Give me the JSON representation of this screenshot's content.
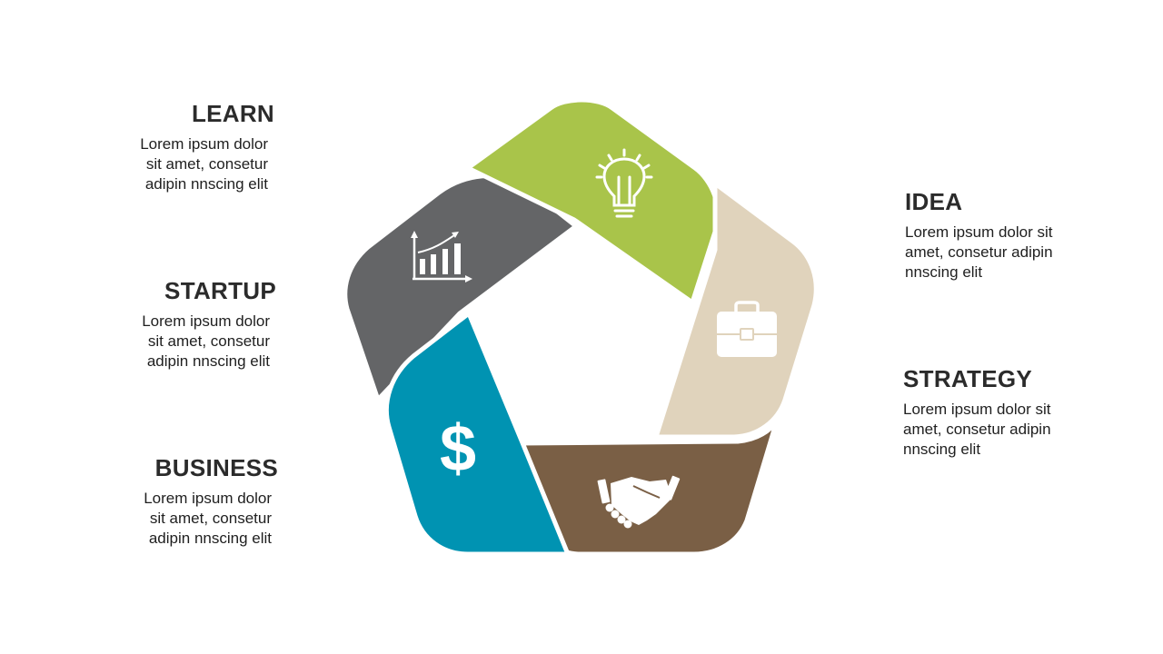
{
  "diagram": {
    "type": "pentagon-cycle",
    "segments": [
      {
        "key": "idea",
        "color": "#a9c44a",
        "icon": "lightbulb-icon"
      },
      {
        "key": "strategy",
        "color": "#e0d3bc",
        "icon": "briefcase-icon"
      },
      {
        "key": "business",
        "color": "#7a5f45",
        "icon": "handshake-icon"
      },
      {
        "key": "startup",
        "color": "#0093b2",
        "icon": "dollar-icon"
      },
      {
        "key": "learn",
        "color": "#646567",
        "icon": "growth-chart-icon"
      }
    ],
    "background": "#ffffff"
  },
  "labels": {
    "learn": {
      "title": "LEARN",
      "desc": "Lorem ipsum dolor sit amet, consetur adipin nnscing elit"
    },
    "startup": {
      "title": "STARTUP",
      "desc": "Lorem ipsum dolor sit amet, consetur adipin nnscing elit"
    },
    "business": {
      "title": "BUSINESS",
      "desc": "Lorem ipsum dolor sit amet, consetur adipin nnscing elit"
    },
    "idea": {
      "title": "IDEA",
      "desc": "Lorem ipsum dolor sit amet, consetur adipin nnscing elit"
    },
    "strategy": {
      "title": "STRATEGY",
      "desc": "Lorem ipsum dolor sit amet, consetur adipin nnscing elit"
    }
  }
}
